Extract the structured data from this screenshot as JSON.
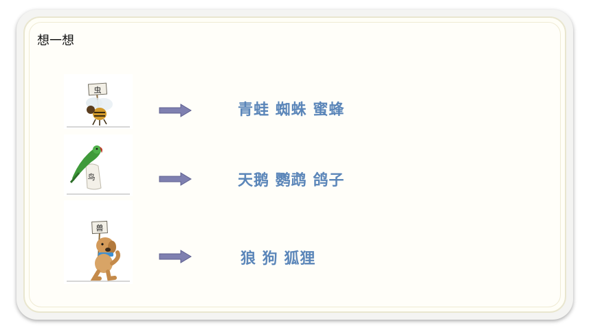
{
  "slide": {
    "title": "想一想",
    "rows": [
      {
        "sign": "虫",
        "icon": "bee-holding-sign-icon",
        "words": "青蛙  蜘蛛  蜜蜂"
      },
      {
        "sign": "鸟",
        "icon": "parrot-with-sign-icon",
        "words": "天鹅  鹦鹉  鸽子"
      },
      {
        "sign": "兽",
        "icon": "dog-holding-sign-icon",
        "words": "狼  狗  狐狸"
      }
    ]
  },
  "colors": {
    "word_text": "#5b86b9",
    "arrow_fill": "#7f80b0",
    "arrow_stroke": "#5c5e8e",
    "card_border": "#e9e6cf"
  }
}
